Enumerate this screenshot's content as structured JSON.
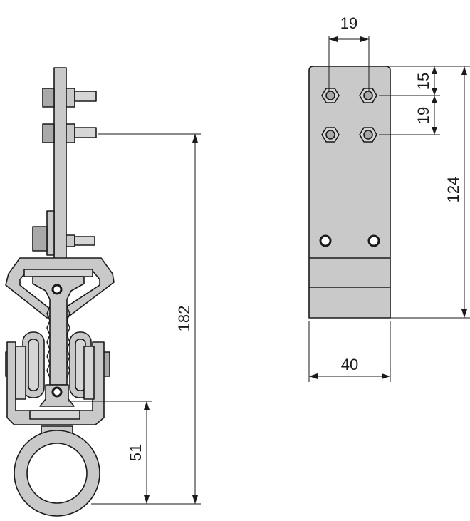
{
  "dimensions": {
    "side_total_height": "182",
    "side_lower_height": "51",
    "front_hole_spacing_x": "19",
    "front_top_offset": "15",
    "front_hole_spacing_y": "19",
    "front_plate_height": "124",
    "front_plate_width": "40"
  }
}
